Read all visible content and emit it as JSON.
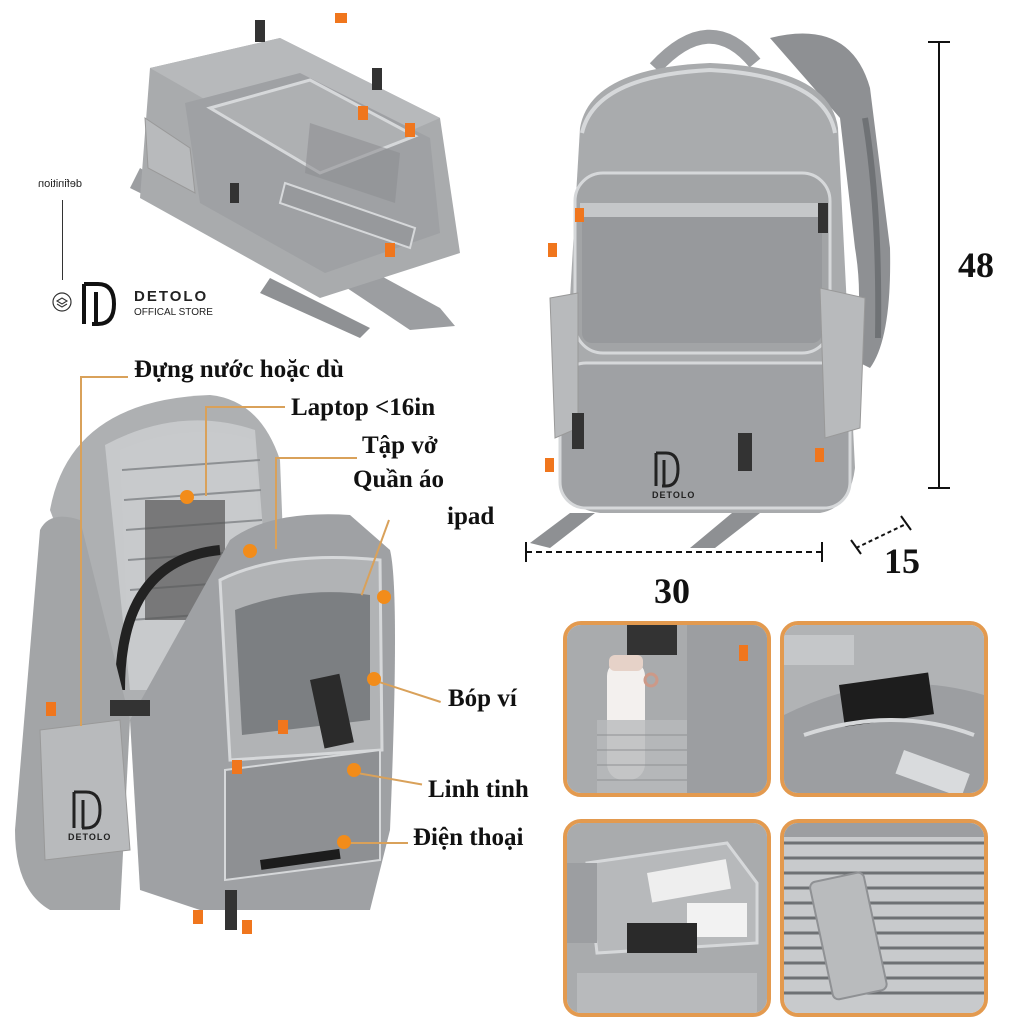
{
  "brand": {
    "watermark": "definition",
    "name": "DETOLO",
    "tagline": "OFFICAL STORE",
    "bag_print": "DETOLO",
    "logo_mark": "detolo-logo-icon"
  },
  "labels": {
    "water": "Đựng nước hoặc dù",
    "laptop": "Laptop <16in",
    "notebook": "Tập vở",
    "clothes": "Quần áo",
    "ipad": "ipad",
    "wallet": "Bóp ví",
    "misc": "Linh tinh",
    "phone": "Điện thoại"
  },
  "dimensions": {
    "height": "48",
    "width": "30",
    "depth": "15"
  },
  "colors": {
    "bag_gray": "#a9abad",
    "bag_dark": "#7e8184",
    "accent_orange": "#f0761d",
    "frame_orange": "#e39a4f",
    "leader_line": "#d9a15a"
  },
  "insets": [
    {
      "name": "side-pocket-bottle"
    },
    {
      "name": "front-pocket-wallet"
    },
    {
      "name": "front-pocket-phone"
    },
    {
      "name": "laptop-sleeve"
    }
  ]
}
